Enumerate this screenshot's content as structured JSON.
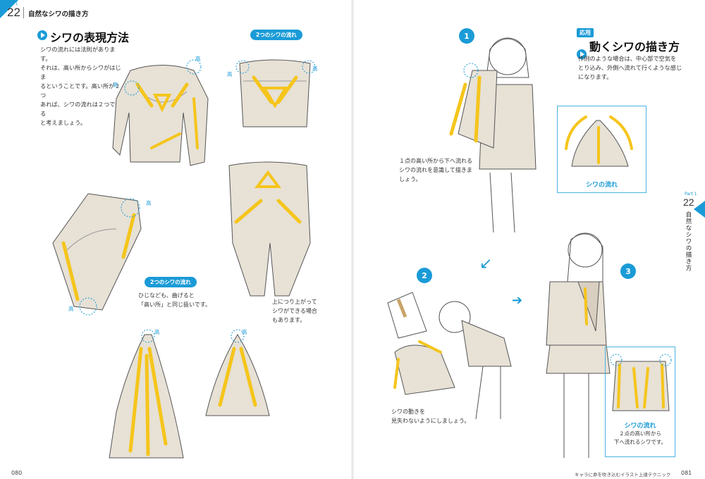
{
  "header": {
    "part_label": "Part 1",
    "chapter_number": "22",
    "title": "自然なシワの描き方"
  },
  "left": {
    "section_title": "シワの表現方法",
    "intro_lines": [
      "シワの流れには法則があります。",
      "それは、高い所からシワがはじま",
      "るということです。高い所が２つ",
      "あれば、シワの流れは２つできる",
      "と考えましょう。"
    ],
    "pill_top": "2つのシワの流れ",
    "pill_mid": "2つのシワの流れ",
    "high": "高",
    "elbow_caption": [
      "ひじなども、曲げると",
      "「高い所」と同じ扱いです。"
    ],
    "hip_caption": [
      "上につり上がって",
      "シワができる場合",
      "もあります。"
    ],
    "page_number": "080"
  },
  "right": {
    "badge": "応用",
    "section_title": "動くシワの描き方",
    "intro_lines": [
      "作例のような場合は、中心部で空気を",
      "とり込み、外側へ流れて行くような感じ",
      "になります。"
    ],
    "step1": "1",
    "step2": "2",
    "step3": "3",
    "caption1": [
      "１点の高い所から下へ流れる",
      "シワの流れを意識して描きま",
      "しょう。"
    ],
    "caption2": [
      "シワの動きを",
      "見失わないようにしましょう。"
    ],
    "box1_caption": "シワの流れ",
    "box2_caption": "シワの流れ",
    "box2_sub": [
      "２点の高い所から",
      "下へ流れるシワです。"
    ],
    "side_part": "Part 1",
    "side_number": "22",
    "side_title": "自然なシワの描き方",
    "footer_title": "キャラに命を吹き込むイラスト上達テクニック",
    "page_number": "081"
  },
  "colors": {
    "accent": "#1a9bd7",
    "arrow": "#f5c51c",
    "shade": "#c9c0b0"
  }
}
